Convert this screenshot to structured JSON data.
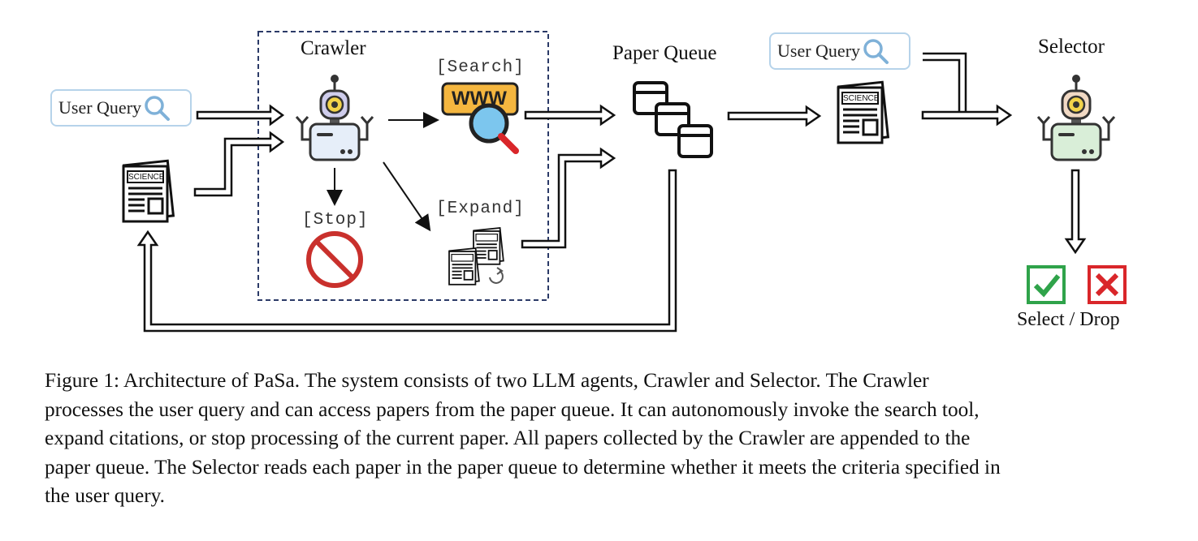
{
  "diagram": {
    "crawler_label": "Crawler",
    "selector_label": "Selector",
    "paper_queue_label": "Paper Queue",
    "user_query_label": "User Query",
    "search_label": "[Search]",
    "expand_label": "[Expand]",
    "stop_label": "[Stop]",
    "select_drop_label": "Select / Drop",
    "science_label": "SCIENCE",
    "www_label": "WWW",
    "colors": {
      "query_border": "#b6d3ea",
      "crawler_box_border": "#2b3a67",
      "stop_red": "#c9302c",
      "check_green": "#2fa34a",
      "cross_red": "#d9262a",
      "www_yellow": "#f4b63f"
    }
  },
  "caption": {
    "lines": [
      "Figure 1: Architecture of PaSa. The system consists of two LLM agents, Crawler and Selector. The Crawler",
      "processes the user query and can access papers from the paper queue. It can autonomously invoke the search tool,",
      "expand citations, or stop processing of the current paper. All papers collected by the Crawler are appended to the",
      "paper queue. The Selector reads each paper in the paper queue to determine whether it meets the criteria specified in",
      "the user query."
    ]
  }
}
